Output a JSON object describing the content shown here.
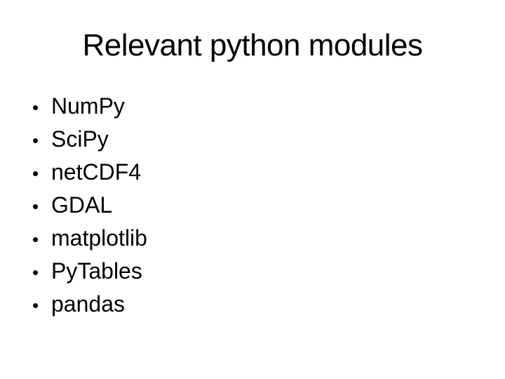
{
  "slide": {
    "title": "Relevant python modules",
    "bullet_char": "•",
    "bullets": [
      "NumPy",
      "SciPy",
      "netCDF4",
      "GDAL",
      "matplotlib",
      "PyTables",
      "pandas"
    ],
    "background_color": "#ffffff",
    "text_color": "#000000"
  }
}
